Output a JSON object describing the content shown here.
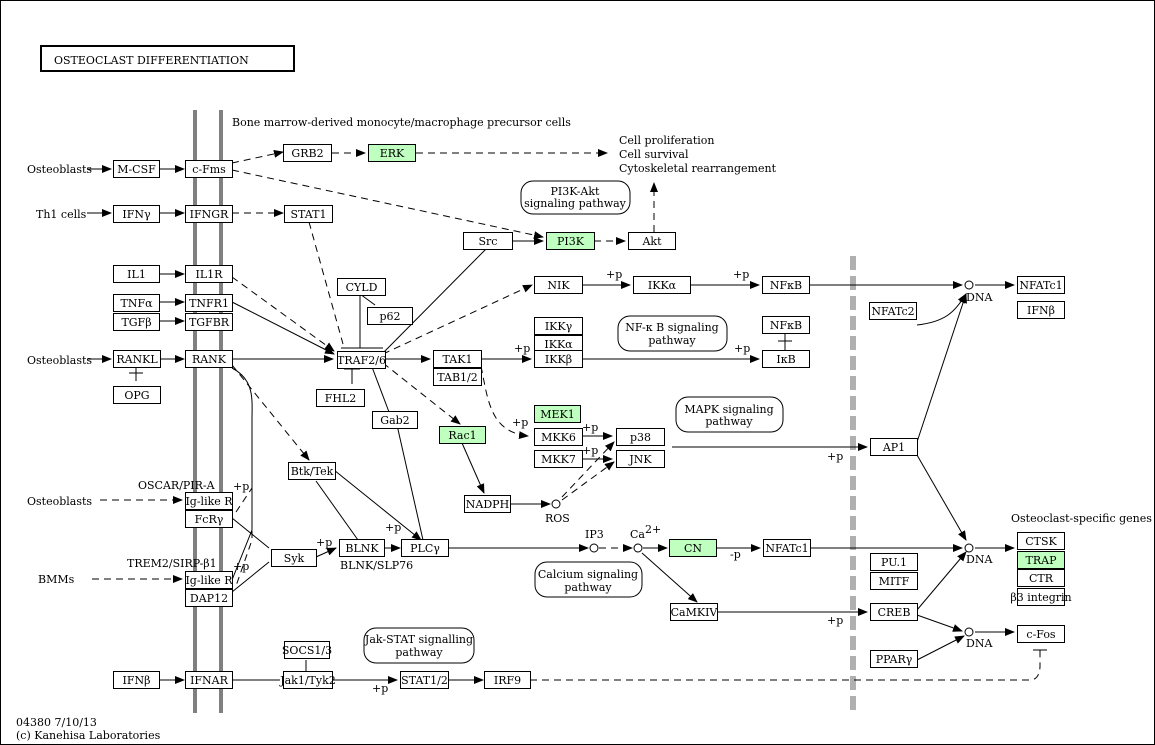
{
  "title": "OSTEOCLAST  DIFFERENTIATION",
  "header_note": "Bone marrow-derived monocyte/macrophage precursor cells",
  "footer": {
    "id": "04380 7/10/13",
    "copyright": "(c) Kanehisa Laboratories"
  },
  "outcomes": [
    "Cell proliferation",
    "Cell survival",
    "Cytoskeletal rearrangement"
  ],
  "osteoclast_genes_label": "Osteoclast-specific genes",
  "sources": {
    "osteoblasts": "Osteoblasts",
    "th1": "Th1 cells",
    "bmms": "BMMs",
    "oscar": "OSCAR/PIR-A",
    "trem2": "TREM2/SIRP-β1",
    "blnk_slp76": "BLNK/SLP76"
  },
  "nodes": {
    "mcsf": "M-CSF",
    "cfms": "c-Fms",
    "grb2": "GRB2",
    "erk": "ERK",
    "ifny": "IFNγ",
    "ifngr": "IFNGR",
    "stat1": "STAT1",
    "src": "Src",
    "pi3k": "PI3K",
    "akt": "Akt",
    "il1": "IL1",
    "il1r": "IL1R",
    "cyld": "CYLD",
    "p62": "p62",
    "tnfa": "TNFα",
    "tnfr1": "TNFR1",
    "tgfb": "TGFβ",
    "tgfbr": "TGFBR",
    "rankl": "RANKL",
    "rank": "RANK",
    "opg": "OPG",
    "traf26": "TRAF2/6",
    "fhl2": "FHL2",
    "tak1": "TAK1",
    "tab12": "TAB1/2",
    "nik": "NIK",
    "ikka_top": "IKKα",
    "nfkb_top": "NFκB",
    "nfatc1_top": "NFATc1",
    "nfatc2": "NFATc2",
    "ifnb_right": "IFNβ",
    "ikky": "IKKγ",
    "ikka": "IKKα",
    "ikkb": "IKKβ",
    "nfkb_mid": "NFκB",
    "ikb": "IκB",
    "mek1": "MEK1",
    "mkk6": "MKK6",
    "mkk7": "MKK7",
    "p38": "p38",
    "jnk": "JNK",
    "ap1": "AP1",
    "gab2": "Gab2",
    "rac1": "Rac1",
    "nadph": "NADPH",
    "btktek": "Btk/Tek",
    "iglike1": "Ig-like R",
    "fcry": "FcRγ",
    "syk": "Syk",
    "blnk": "BLNK",
    "plcy": "PLCγ",
    "iglike2": "Ig-like R",
    "dap12": "DAP12",
    "cn": "CN",
    "nfatc1_mid": "NFATc1",
    "camkiv": "CaMKIV",
    "creb": "CREB",
    "pu1": "PU.1",
    "mitf": "MITF",
    "ppary": "PPARγ",
    "ctsk": "CTSK",
    "trap": "TRAP",
    "ctr": "CTR",
    "b3integrin": "β3 integrin",
    "cfos": "c-Fos",
    "ifnb_left": "IFNβ",
    "ifnar": "IFNAR",
    "socs13": "SOCS1/3",
    "jak1tyk2": "Jak1/Tyk2",
    "stat12": "STAT1/2",
    "irf9": "IRF9"
  },
  "pathways": {
    "pi3k_akt": [
      "PI3K-Akt",
      "signaling pathway"
    ],
    "nfkb": [
      "NF-κ B signaling",
      "pathway"
    ],
    "mapk": [
      "MAPK signaling",
      "pathway"
    ],
    "calcium": [
      "Calcium signaling",
      "pathway"
    ],
    "jakstat": [
      "Jak-STAT signalling",
      "pathway"
    ]
  },
  "small_labels": {
    "p": "+p",
    "minus_p": "-p",
    "ros": "ROS",
    "ip3": "IP3",
    "ca": "Ca",
    "ca_sup": "2+",
    "dna": "DNA"
  },
  "colors": {
    "highlight": "#bfffbf",
    "membrane": "#808080",
    "nuclear_membrane": "#b0b0b0"
  }
}
